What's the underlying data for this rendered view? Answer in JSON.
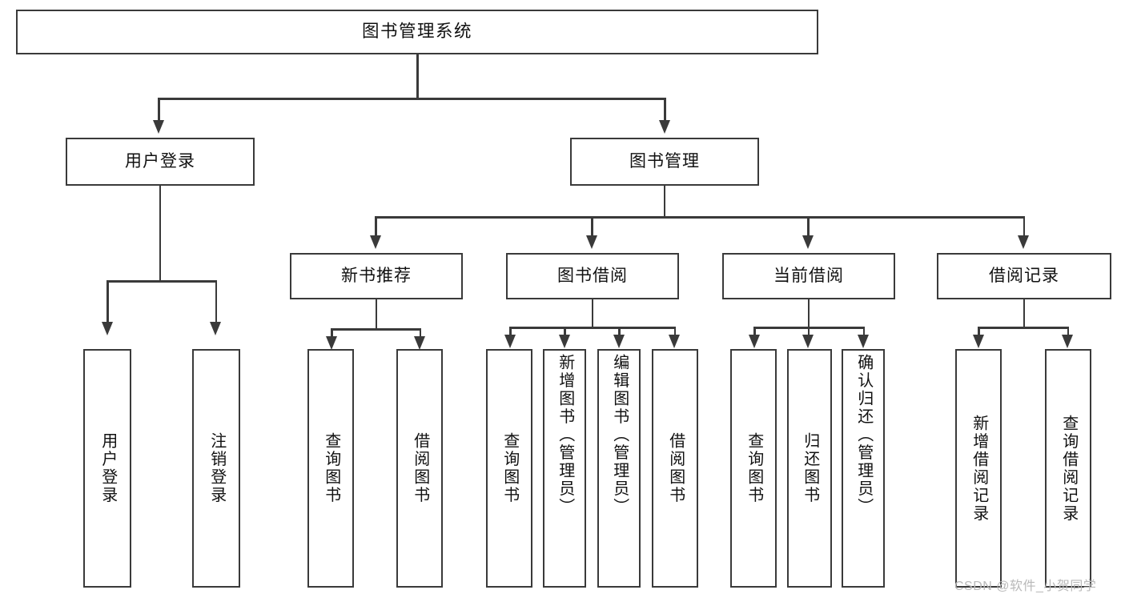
{
  "diagram": {
    "title": "图书管理系统",
    "root": {
      "label": "图书管理系统"
    },
    "level1": [
      {
        "label": "用户登录"
      },
      {
        "label": "图书管理"
      }
    ],
    "level2": [
      {
        "label": "新书推荐"
      },
      {
        "label": "图书借阅"
      },
      {
        "label": "当前借阅"
      },
      {
        "label": "借阅记录"
      }
    ],
    "leaves": {
      "user_login": [
        {
          "label": "用户登录"
        },
        {
          "label": "注销登录"
        }
      ],
      "new_book_recommend": [
        {
          "label": "查询图书"
        },
        {
          "label": "借阅图书"
        }
      ],
      "book_borrow": [
        {
          "label": "查询图书"
        },
        {
          "label": "新增图书（管理员）"
        },
        {
          "label": "编辑图书（管理员）"
        },
        {
          "label": "借阅图书"
        }
      ],
      "current_borrow": [
        {
          "label": "查询图书"
        },
        {
          "label": "归还图书"
        },
        {
          "label": "确认归还（管理员）"
        }
      ],
      "borrow_record": [
        {
          "label": "新增借阅记录"
        },
        {
          "label": "查询借阅记录"
        }
      ]
    },
    "colors": {
      "stroke": "#3a3a3a",
      "fill": "#ffffff",
      "text": "#111111",
      "watermark": "#b9b9b9"
    }
  },
  "watermark": {
    "text": "CSDN @软件_小贺同学"
  }
}
